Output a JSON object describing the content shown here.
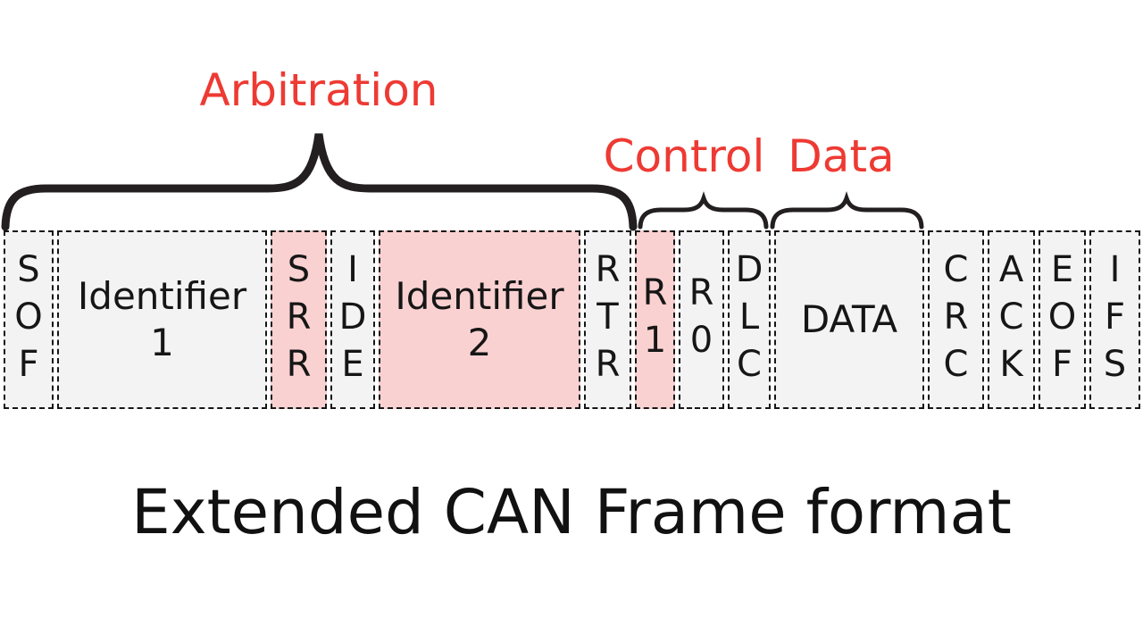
{
  "title": "Extended CAN Frame format",
  "sections": {
    "arbitration": "Arbitration",
    "control": "Control",
    "data": "Data"
  },
  "frame": {
    "fields": [
      {
        "id": "sof",
        "label": "SOF",
        "orientation": "vertical",
        "highlight": false
      },
      {
        "id": "identifier-1",
        "label": "Identifier 1",
        "orientation": "horizontal",
        "highlight": false
      },
      {
        "id": "srr",
        "label": "SRR",
        "orientation": "vertical",
        "highlight": true
      },
      {
        "id": "ide",
        "label": "IDE",
        "orientation": "vertical",
        "highlight": false
      },
      {
        "id": "identifier-2",
        "label": "Identifier 2",
        "orientation": "horizontal",
        "highlight": true
      },
      {
        "id": "rtr",
        "label": "RTR",
        "orientation": "vertical",
        "highlight": false
      },
      {
        "id": "r1",
        "label": "R1",
        "orientation": "vertical",
        "highlight": true
      },
      {
        "id": "r0",
        "label": "R0",
        "orientation": "vertical",
        "highlight": false
      },
      {
        "id": "dlc",
        "label": "DLC",
        "orientation": "vertical",
        "highlight": false
      },
      {
        "id": "data",
        "label": "DATA",
        "orientation": "horizontal",
        "highlight": false
      },
      {
        "id": "crc",
        "label": "CRC",
        "orientation": "vertical",
        "highlight": false
      },
      {
        "id": "ack",
        "label": "ACK",
        "orientation": "vertical",
        "highlight": false
      },
      {
        "id": "eof",
        "label": "EOF",
        "orientation": "vertical",
        "highlight": false
      },
      {
        "id": "ifs",
        "label": "IFS",
        "orientation": "vertical",
        "highlight": false
      }
    ]
  },
  "colors": {
    "accent_red": "#ed3a33",
    "ink": "#231f20",
    "field_bg": "#f3f3f3",
    "highlight_bg": "#fad1d1"
  }
}
